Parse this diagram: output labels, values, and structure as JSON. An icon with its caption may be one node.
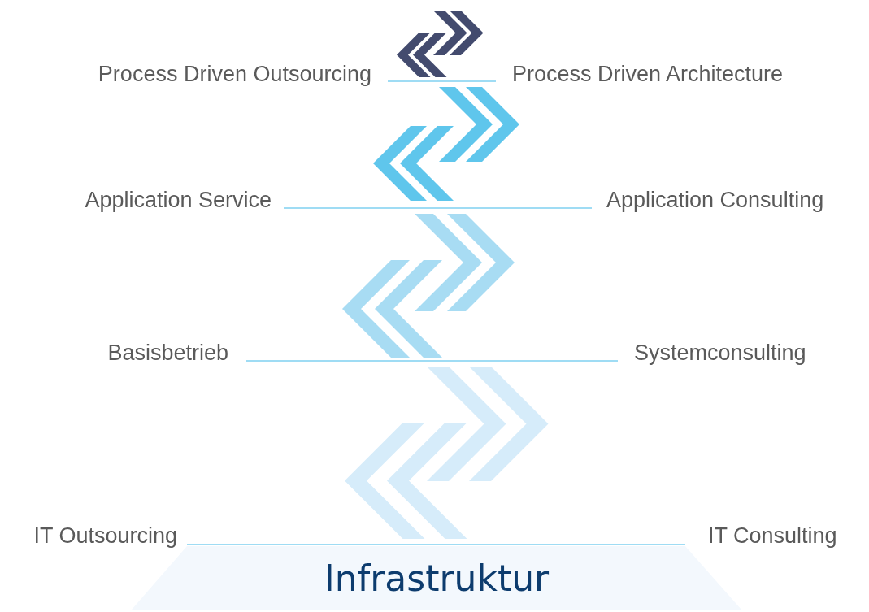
{
  "diagram": {
    "nodes": [
      {
        "text": [
          "Infrastruktur"
        ]
      }
    ],
    "labels": [
      "Process Driven Outsourcing",
      "Process Driven Architecture",
      "Application Service",
      "Application Consulting",
      "Basisbetrieb",
      "Systemconsulting",
      "IT Outsourcing",
      "IT Consulting"
    ]
  }
}
